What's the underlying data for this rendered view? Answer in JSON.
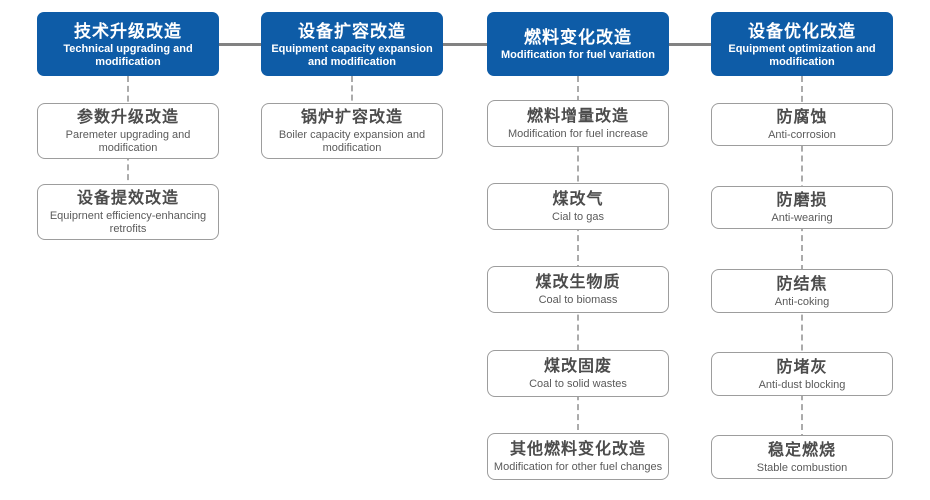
{
  "diagram": {
    "title": "Boiler retrofit categories diagram",
    "colors": {
      "background": "#ffffff",
      "header_bg": "#0e5ca7",
      "header_text": "#ffffff",
      "box_bg": "#ffffff",
      "box_border": "#9d9d9d",
      "box_title_text": "#4c4c4c",
      "box_subtitle_text": "#5a5a5a",
      "connector_line": "#828282",
      "dashed_line": "#ababab"
    },
    "columns": [
      {
        "header": {
          "title": "技术升级改造",
          "subtitle": "Technical upgrading and modification"
        },
        "items": [
          {
            "title": "参数升级改造",
            "subtitle": "Paremeter upgrading and modification"
          },
          {
            "title": "设备提效改造",
            "subtitle": "Equiprnent efficiency-enhancing retrofits"
          }
        ]
      },
      {
        "header": {
          "title": "设备扩容改造",
          "subtitle": "Equipment capacity expansion and modification"
        },
        "items": [
          {
            "title": "锅炉扩容改造",
            "subtitle": "Boiler capacity expansion and modification"
          }
        ]
      },
      {
        "header": {
          "title": "燃料变化改造",
          "subtitle": "Modification for fuel variation"
        },
        "items": [
          {
            "title": "燃料增量改造",
            "subtitle": "Modification for fuel increase"
          },
          {
            "title": "煤改气",
            "subtitle": "Cial to gas"
          },
          {
            "title": "煤改生物质",
            "subtitle": "Coal to biomass"
          },
          {
            "title": "煤改固废",
            "subtitle": "Coal to solid wastes"
          },
          {
            "title": "其他燃料变化改造",
            "subtitle": "Modification for other fuel changes"
          }
        ]
      },
      {
        "header": {
          "title": "设备优化改造",
          "subtitle": "Equipment optimization and modification"
        },
        "items": [
          {
            "title": "防腐蚀",
            "subtitle": "Anti-corrosion"
          },
          {
            "title": "防磨损",
            "subtitle": "Anti-wearing"
          },
          {
            "title": "防结焦",
            "subtitle": "Anti-coking"
          },
          {
            "title": "防堵灰",
            "subtitle": "Anti-dust blocking"
          },
          {
            "title": "稳定燃烧",
            "subtitle": "Stable combustion"
          }
        ]
      }
    ]
  }
}
